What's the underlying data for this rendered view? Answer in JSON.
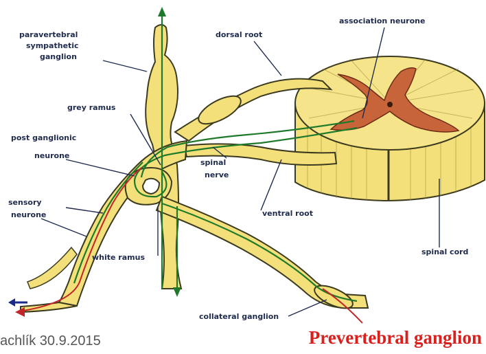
{
  "labels": {
    "paravertebral_1": "paravertebral",
    "paravertebral_2": "sympathetic",
    "paravertebral_3": "ganglion",
    "dorsal_root": "dorsal root",
    "association_neurone": "association neurone",
    "grey_ramus": "grey ramus",
    "post_ganglionic_1": "post ganglionic",
    "post_ganglionic_2": "neurone",
    "spinal_nerve_1": "spinal",
    "spinal_nerve_2": "nerve",
    "sensory_neurone_1": "sensory",
    "sensory_neurone_2": "neurone",
    "ventral_root": "ventral root",
    "white_ramus": "white ramus",
    "spinal_cord": "spinal cord",
    "collateral_ganglion": "collateral ganglion"
  },
  "footer": {
    "author_date": "achlík 30.9.2015",
    "prevertebral": "Prevertebral ganglion"
  },
  "colors": {
    "nerve_fill": "#f3e07a",
    "nerve_outline": "#3b3a1f",
    "grey_matter": "#c8643a",
    "motor_fiber": "#1e7a2a",
    "sensory_fiber": "#c0262a",
    "label_text": "#1f2b4d",
    "prevertebral_text": "#d9201d"
  }
}
